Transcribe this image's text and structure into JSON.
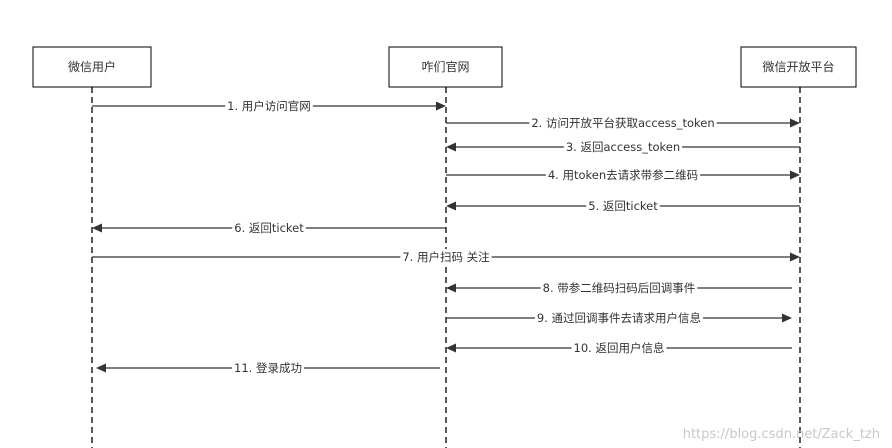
{
  "participants": [
    {
      "id": "user",
      "label": "微信用户"
    },
    {
      "id": "site",
      "label": "咋们官网"
    },
    {
      "id": "wechat",
      "label": "微信开放平台"
    }
  ],
  "messages": [
    {
      "from": "user",
      "to": "site",
      "label": "1. 用户访问官网"
    },
    {
      "from": "site",
      "to": "wechat",
      "label": "2. 访问开放平台获取access_token"
    },
    {
      "from": "wechat",
      "to": "site",
      "label": "3. 返回access_token"
    },
    {
      "from": "site",
      "to": "wechat",
      "label": "4. 用token去请求带参二维码"
    },
    {
      "from": "wechat",
      "to": "site",
      "label": "5. 返回ticket"
    },
    {
      "from": "site",
      "to": "user",
      "label": "6. 返回ticket"
    },
    {
      "from": "user",
      "to": "wechat",
      "label": "7. 用户扫码 关注"
    },
    {
      "from": "wechat",
      "to": "site",
      "label": "8. 带参二维码扫码后回调事件"
    },
    {
      "from": "site",
      "to": "wechat",
      "label": "9. 通过回调事件去请求用户信息"
    },
    {
      "from": "wechat",
      "to": "site",
      "label": "10. 返回用户信息"
    },
    {
      "from": "site",
      "to": "user",
      "label": "11. 登录成功"
    }
  ],
  "watermark": "https://blog.csdn.net/Zack_tzh"
}
